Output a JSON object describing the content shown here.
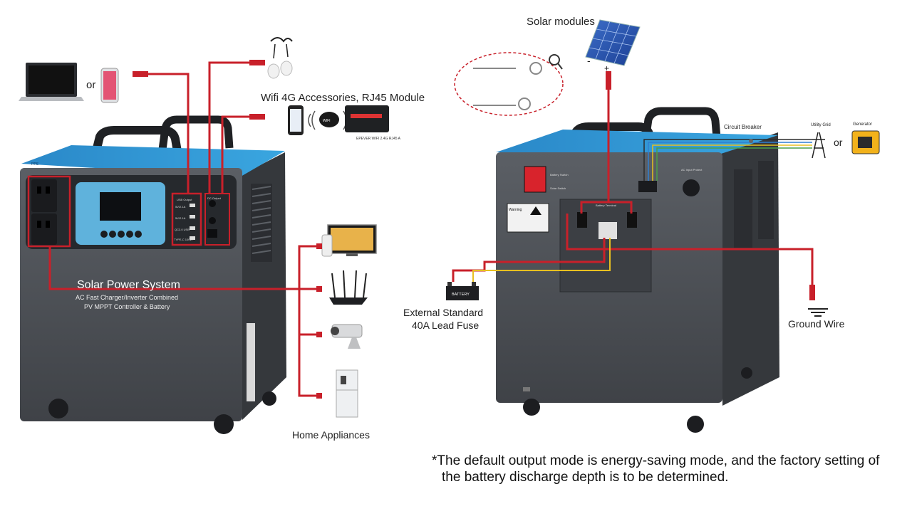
{
  "labels": {
    "or_device": "or",
    "wifi": "Wifi 4G Accessories, RJ45 Module",
    "epever": "EPEVER WIFI 2.4G RJ45 A",
    "wifi_badge": "WIFI",
    "home": "Home Appliances",
    "solar": "Solar modules",
    "minus": "-",
    "plus": "+",
    "breaker": "Circuit Breaker",
    "grid": "Utility Grid",
    "or_gen": "or",
    "generator": "Generator",
    "ext_fuse_1": "External Standard",
    "ext_fuse_2": "40A Lead Fuse",
    "battery": "BATTERY",
    "ground": "Ground Wire",
    "warning": "Warning",
    "note_1": "*The default output mode is energy-saving mode, and the factory setting of",
    "note_2": "the battery discharge depth is to be determined."
  },
  "front_unit": {
    "title": "Solar Power System",
    "sub1": "AC Fast Charger/Inverter Combined",
    "sub2": "PV MPPT Controller & Battery",
    "usb_header": "USB Output",
    "rows": [
      "5V/2.1A",
      "5V/2.1A",
      "QC3.0 USB",
      "TYPE-C 100W"
    ],
    "dc_header": "DC Output",
    "brand": "PPS"
  },
  "rear_unit": {
    "battery_switch": "Battery Switch",
    "solar_switch": "Solar Switch",
    "ac_input": "AC Input Protect",
    "terminal": "Battery Terminal"
  },
  "colors": {
    "wire": "#c8202a",
    "body": "#4a4d52",
    "top": "#2f96d4",
    "neutral": "#e8c020"
  }
}
